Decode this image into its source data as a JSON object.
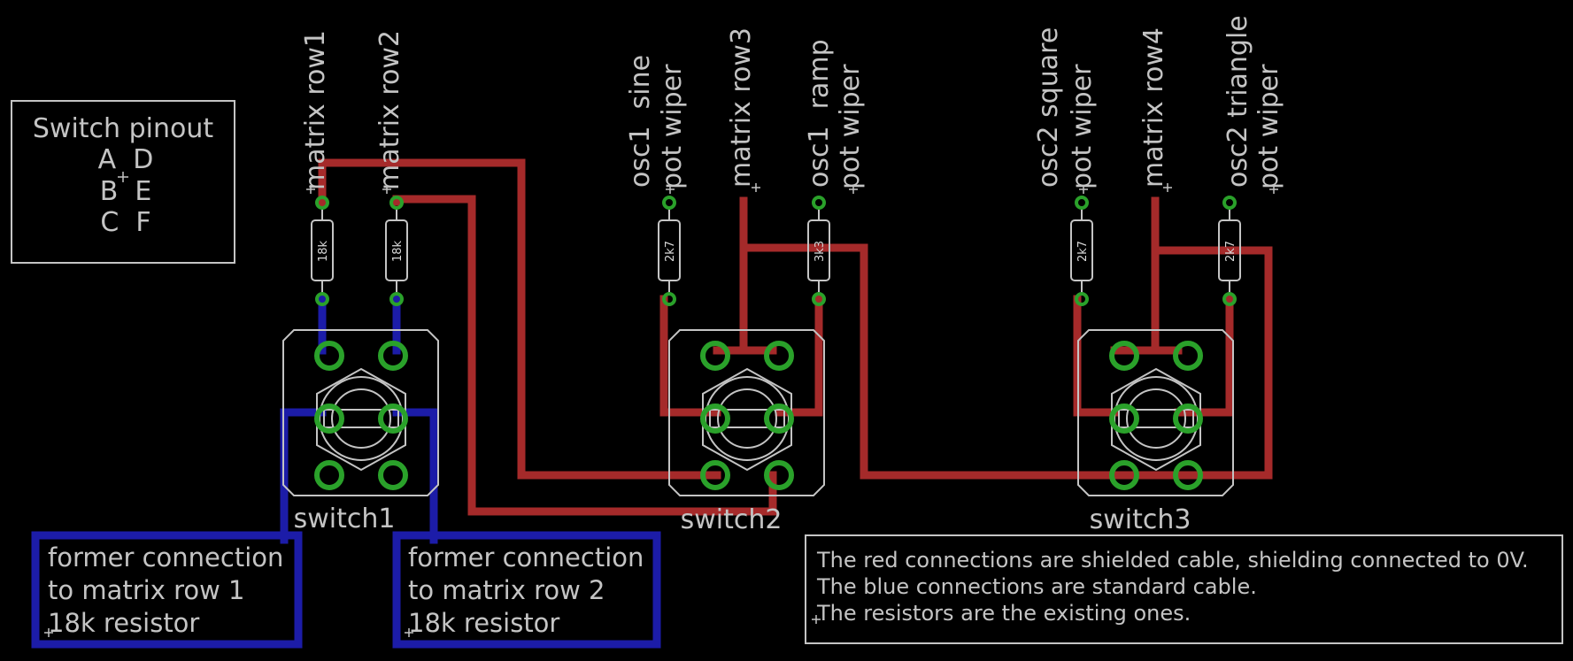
{
  "colors": {
    "background": "#000000",
    "shielded_wire": "#a52a2a",
    "standard_wire": "#1c1ca8",
    "silkscreen": "#c4c4c4",
    "pad": "#2aa12a"
  },
  "pinout": {
    "title": "Switch pinout",
    "row1": "A  D",
    "row2": "B  E",
    "row3": "C  F"
  },
  "net_labels": {
    "matrix_row1": "matrix row1",
    "matrix_row2": "matrix row2",
    "osc1_sine": "osc1  sine",
    "pot_wiper_1": "pot wiper",
    "matrix_row3": "matrix row3",
    "osc1_ramp": "osc1  ramp",
    "pot_wiper_2": "pot wiper",
    "osc2_square": "osc2 square",
    "pot_wiper_3": "pot wiper",
    "matrix_row4": "matrix row4",
    "osc2_triangle": "osc2 triangle",
    "pot_wiper_4": "pot wiper"
  },
  "resistors": {
    "r1": "18k",
    "r2": "18k",
    "r3": "2k7",
    "r4": "3k3",
    "r5": "2k7",
    "r6": "2k7"
  },
  "switches": {
    "s1": "switch1",
    "s2": "switch2",
    "s3": "switch3"
  },
  "notes": {
    "former1_line1": "former connection",
    "former1_line2": "to matrix row 1",
    "former1_line3": "18k resistor",
    "former2_line1": "former connection",
    "former2_line2": "to matrix row 2",
    "former2_line3": "18k resistor",
    "legend_line1": "The red connections are shielded cable, shielding connected to 0V.",
    "legend_line2": "The blue connections are standard cable.",
    "legend_line3": "The resistors are the existing ones."
  }
}
